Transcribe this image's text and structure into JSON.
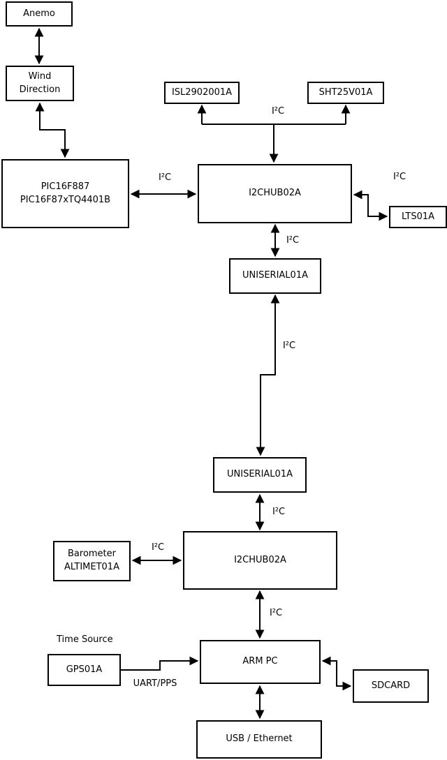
{
  "diagram": {
    "background_color": "#ffffff",
    "line_color": "#000000",
    "nodes": [
      {
        "id": "anemo",
        "label": "Anemo"
      },
      {
        "id": "wind-direction",
        "label": "Wind\nDirection"
      },
      {
        "id": "pic",
        "label": "PIC16F887\nPIC16F87xTQ4401B"
      },
      {
        "id": "isl2902001a",
        "label": "ISL2902001A"
      },
      {
        "id": "sht25v01a",
        "label": "SHT25V01A"
      },
      {
        "id": "i2chub-1",
        "label": "I2CHUB02A"
      },
      {
        "id": "lts01a",
        "label": "LTS01A"
      },
      {
        "id": "uniserial-1",
        "label": "UNISERIAL01A"
      },
      {
        "id": "uniserial-2",
        "label": "UNISERIAL01A"
      },
      {
        "id": "i2chub-2",
        "label": "I2CHUB02A"
      },
      {
        "id": "barometer",
        "label": "Barometer\nALTIMET01A"
      },
      {
        "id": "gps01a",
        "label": "GPS01A"
      },
      {
        "id": "arm-pc",
        "label": "ARM PC"
      },
      {
        "id": "sdcard",
        "label": "SDCARD"
      },
      {
        "id": "usb-ethernet",
        "label": "USB / Ethernet"
      }
    ],
    "edges": [
      {
        "from": "anemo",
        "to": "wind-direction",
        "label": "",
        "bidirectional": true
      },
      {
        "from": "wind-direction",
        "to": "pic",
        "label": "",
        "bidirectional": true
      },
      {
        "from": "pic",
        "to": "i2chub-1",
        "label": "I²C",
        "bidirectional": true
      },
      {
        "from": "i2chub-1",
        "to": "isl2902001a",
        "label": "I²C",
        "bidirectional": false
      },
      {
        "from": "i2chub-1",
        "to": "sht25v01a",
        "label": "",
        "bidirectional": false
      },
      {
        "from": "i2chub-1",
        "to": "lts01a",
        "label": "I²C",
        "bidirectional": true
      },
      {
        "from": "i2chub-1",
        "to": "uniserial-1",
        "label": "I²C",
        "bidirectional": true
      },
      {
        "from": "uniserial-1",
        "to": "uniserial-2",
        "label": "I²C",
        "bidirectional": true
      },
      {
        "from": "uniserial-2",
        "to": "i2chub-2",
        "label": "I²C",
        "bidirectional": true
      },
      {
        "from": "barometer",
        "to": "i2chub-2",
        "label": "I²C",
        "bidirectional": true
      },
      {
        "from": "i2chub-2",
        "to": "arm-pc",
        "label": "I²C",
        "bidirectional": true
      },
      {
        "from": "gps01a",
        "to": "arm-pc",
        "label": "UART/PPS",
        "bidirectional": false
      },
      {
        "from": "arm-pc",
        "to": "sdcard",
        "label": "",
        "bidirectional": true
      },
      {
        "from": "arm-pc",
        "to": "usb-ethernet",
        "label": "",
        "bidirectional": true
      }
    ],
    "annotations": [
      {
        "id": "time-source",
        "text": "Time Source"
      }
    ]
  }
}
